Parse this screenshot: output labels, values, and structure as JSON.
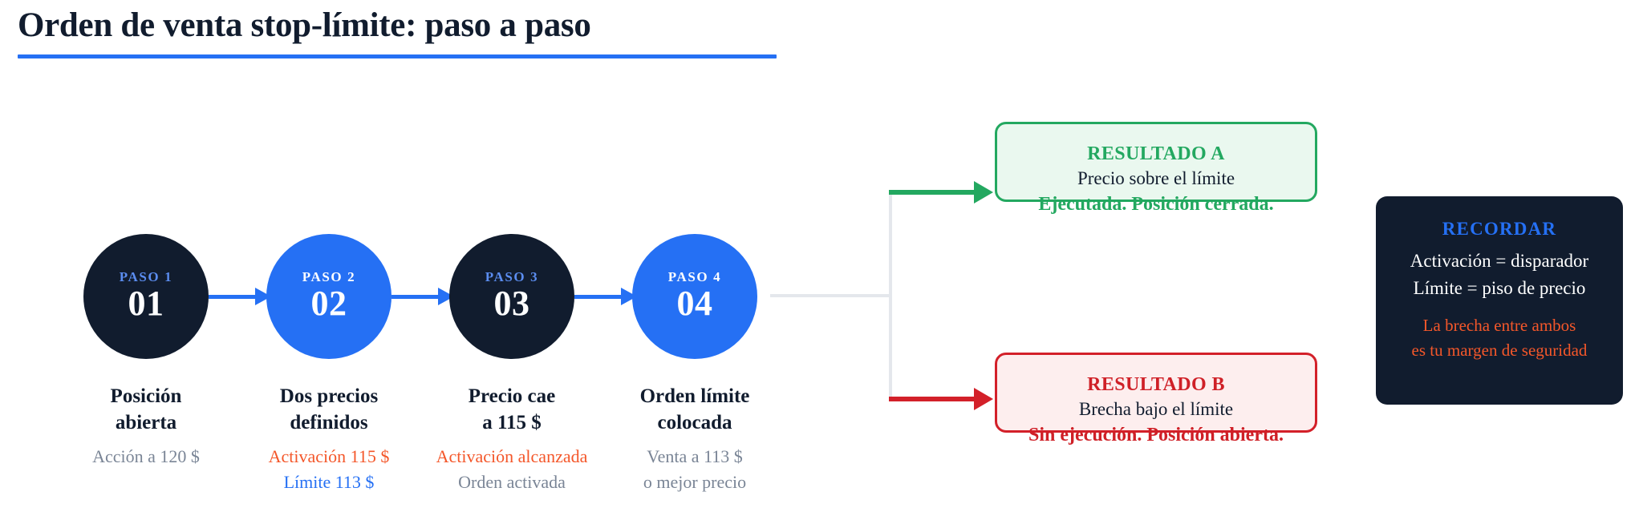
{
  "header": {
    "title": "Orden de venta stop-límite: paso a paso",
    "underline_color": "#2570f4"
  },
  "palette": {
    "dark": "#111c2e",
    "blue": "#2570f4",
    "orange": "#f4572a",
    "green": "#23a860",
    "red": "#d32029",
    "gray": "#7a8596",
    "connector_gray": "#e4e7ec"
  },
  "steps": [
    {
      "kicker": "PASO 1",
      "number": "01",
      "theme": "dark",
      "caption_title_line1": "Posición",
      "caption_title_line2": "abierta",
      "sub_line1": "Acción a 120 $",
      "sub_line1_color": "gray",
      "sub_line2": "",
      "sub_line2_color": "gray"
    },
    {
      "kicker": "PASO 2",
      "number": "02",
      "theme": "blue",
      "caption_title_line1": "Dos precios",
      "caption_title_line2": "definidos",
      "sub_line1": "Activación 115 $",
      "sub_line1_color": "orange",
      "sub_line2": "Límite 113 $",
      "sub_line2_color": "blue"
    },
    {
      "kicker": "PASO 3",
      "number": "03",
      "theme": "dark",
      "caption_title_line1": "Precio cae",
      "caption_title_line2": "a 115 $",
      "sub_line1": "Activación alcanzada",
      "sub_line1_color": "orange",
      "sub_line2": "Orden activada",
      "sub_line2_color": "gray"
    },
    {
      "kicker": "PASO 4",
      "number": "04",
      "theme": "blue",
      "caption_title_line1": "Orden límite",
      "caption_title_line2": "colocada",
      "sub_line1": "Venta a 113 $",
      "sub_line1_color": "gray",
      "sub_line2": "o mejor precio",
      "sub_line2_color": "gray"
    }
  ],
  "outcomes": {
    "a": {
      "heading": "RESULTADO A",
      "line": "Precio sobre el límite",
      "footer": "Ejecutada. Posición cerrada.",
      "color": "#23a860"
    },
    "b": {
      "heading": "RESULTADO B",
      "line": "Brecha bajo el límite",
      "footer": "Sin ejecución. Posición abierta.",
      "color": "#d32029"
    }
  },
  "remember": {
    "title": "RECORDAR",
    "line1": "Activación = disparador",
    "line2": "Límite = piso de precio",
    "note_line1": "La brecha entre ambos",
    "note_line2": "es tu margen de seguridad"
  }
}
